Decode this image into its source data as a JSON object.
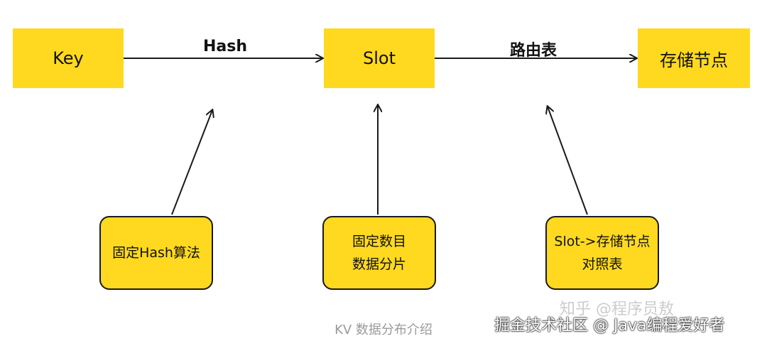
{
  "colors": {
    "box_fill": "#ffd91f",
    "stroke": "#1a1a1a",
    "caption": "#9a9a9a"
  },
  "nodes": {
    "key": "Key",
    "slot": "Slot",
    "storage_node": "存储节点"
  },
  "edges": {
    "key_to_slot": "Hash",
    "slot_to_node": "路由表"
  },
  "notes": {
    "hash_algorithm": [
      "固定Hash算法"
    ],
    "fixed_shards": [
      "固定数目",
      "数据分片"
    ],
    "slot_mapping": [
      "Slot->存储节点",
      "对照表"
    ]
  },
  "caption": "KV 数据分布介绍",
  "watermarks": {
    "zhihu": "知乎 @程序员敖",
    "juejin": "掘金技术社区 @ Java编程爱好者"
  }
}
